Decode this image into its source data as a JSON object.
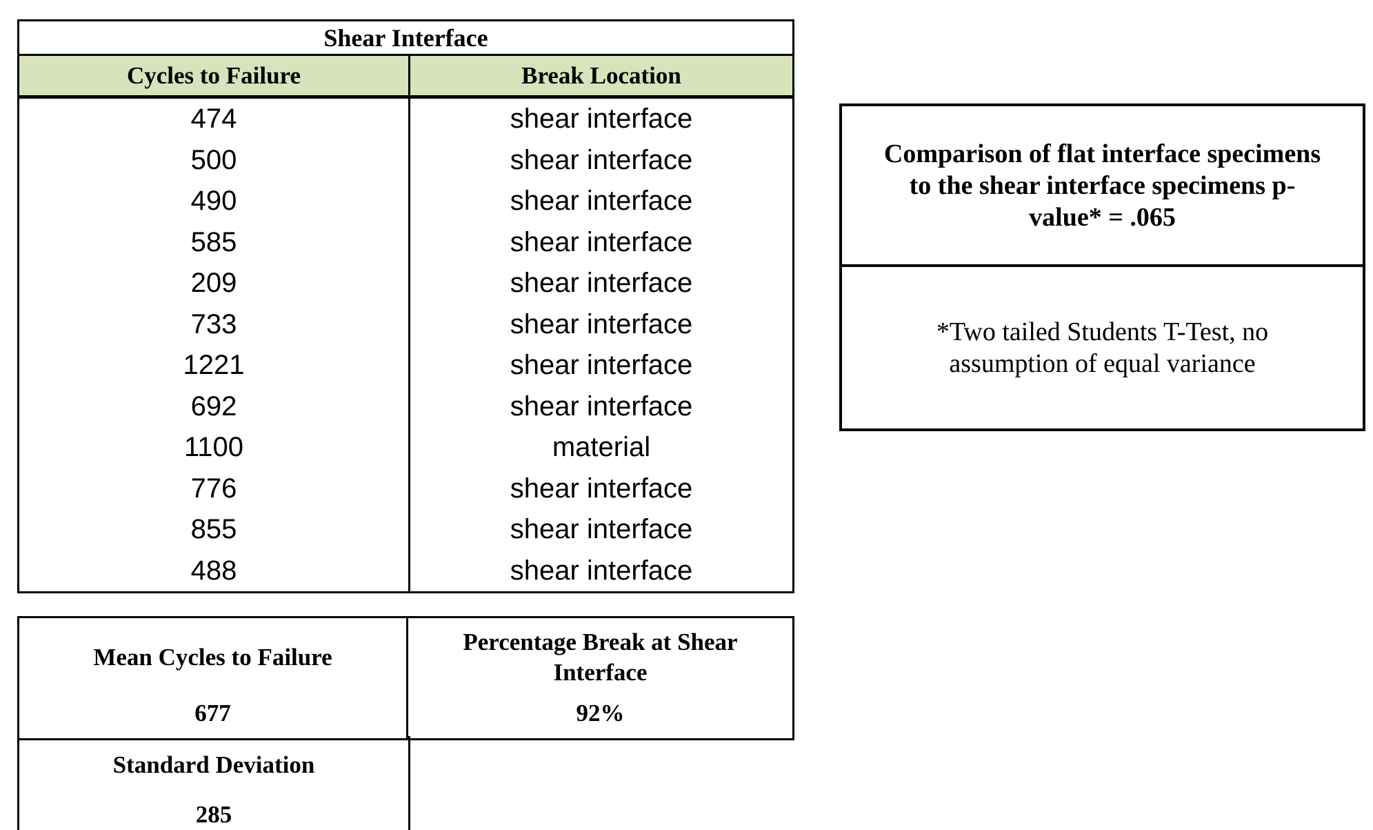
{
  "colors": {
    "header_fill_green": "#d7e3ba",
    "border_black": "#000000",
    "background": "#ffffff"
  },
  "main_table": {
    "title": "Shear Interface",
    "columns": [
      "Cycles to Failure",
      "Break Location"
    ],
    "rows": [
      {
        "cycles": "474",
        "location": "shear interface"
      },
      {
        "cycles": "500",
        "location": "shear interface"
      },
      {
        "cycles": "490",
        "location": "shear interface"
      },
      {
        "cycles": "585",
        "location": "shear interface"
      },
      {
        "cycles": "209",
        "location": "shear interface"
      },
      {
        "cycles": "733",
        "location": "shear interface"
      },
      {
        "cycles": "1221",
        "location": "shear interface"
      },
      {
        "cycles": "692",
        "location": "shear interface"
      },
      {
        "cycles": "1100",
        "location": "material"
      },
      {
        "cycles": "776",
        "location": "shear interface"
      },
      {
        "cycles": "855",
        "location": "shear interface"
      },
      {
        "cycles": "488",
        "location": "shear interface"
      }
    ]
  },
  "summary": {
    "mean_title": "Mean Cycles to Failure",
    "mean_value": "677",
    "percentage_title_lines": [
      "Percentage Break at Shear",
      "Interface"
    ],
    "percentage_value": "92%",
    "stddev_title": "Standard Deviation",
    "stddev_value": "285"
  },
  "note_box": {
    "pvalue_lines": [
      "Comparison of flat interface specimens",
      "to the shear interface specimens p-",
      "value* = .065"
    ],
    "pvalue_text": "Comparison of flat interface specimens to the shear interface specimens p-value* = .065",
    "footnote_lines": [
      "*Two tailed Students T-Test, no",
      "assumption of equal variance"
    ],
    "footnote_text": "*Two tailed Students T-Test, no assumption of equal variance"
  }
}
